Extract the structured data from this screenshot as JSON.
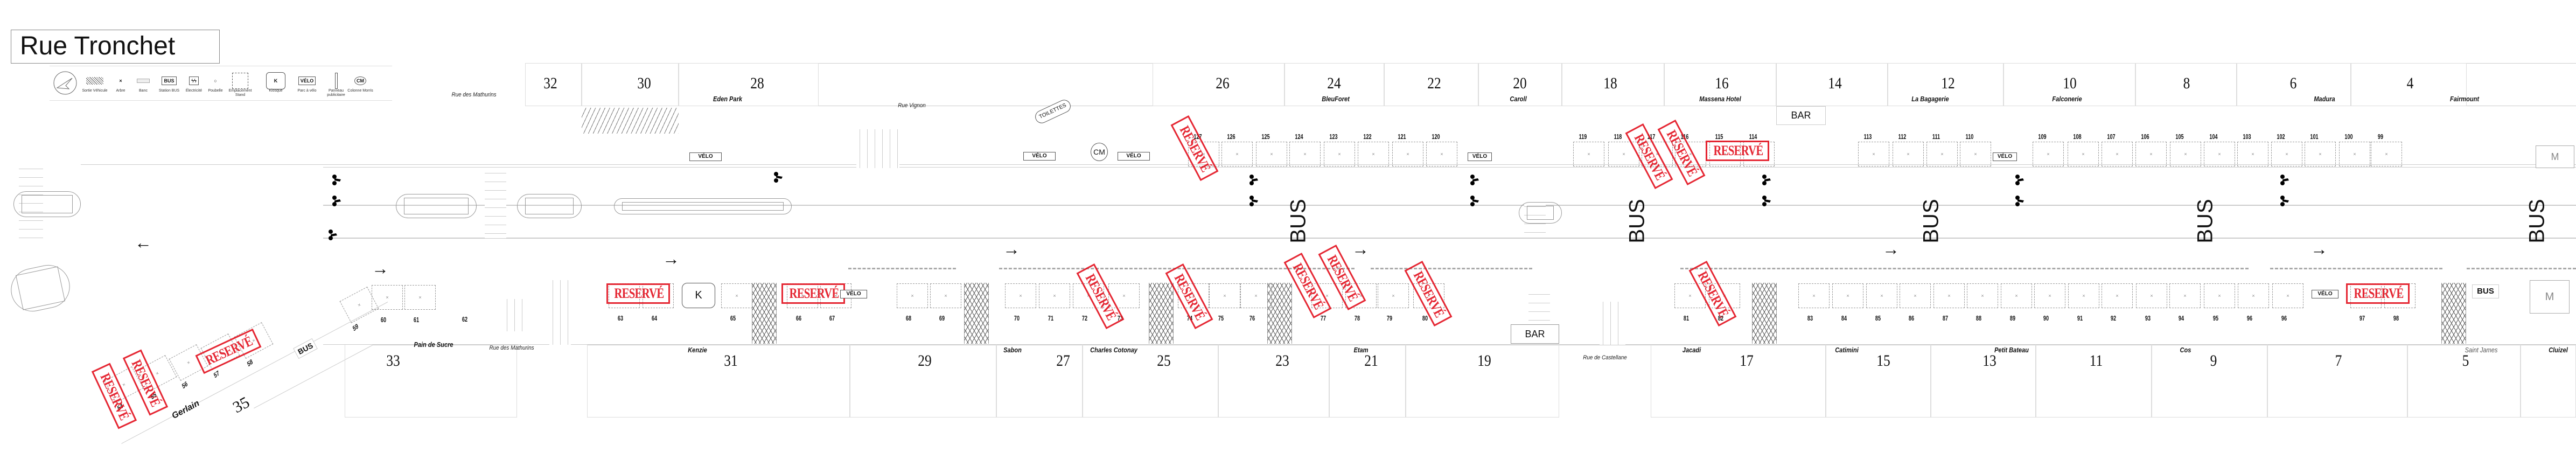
{
  "title": "Rue Tronchet",
  "legend": [
    {
      "label": "Sortie Véhicule",
      "icon": "vehicle-exit-icon"
    },
    {
      "label": "Arbre",
      "icon": "tree-icon"
    },
    {
      "label": "Banc",
      "icon": "bench-icon"
    },
    {
      "label": "Station BUS",
      "icon": "bus-station-icon",
      "glyph": "BUS"
    },
    {
      "label": "Électricité",
      "icon": "electricity-icon",
      "glyph": "ϟϟ"
    },
    {
      "label": "Poubelle",
      "icon": "trash-bin-icon"
    },
    {
      "label": "Emplacement Stand",
      "icon": "stand-location-icon"
    },
    {
      "label": "Kiosque",
      "icon": "kiosk-icon",
      "glyph": "K"
    },
    {
      "label": "Parc à vélo",
      "icon": "bike-parking-icon",
      "glyph": "VÉLO"
    },
    {
      "label": "Panneau publicitaire",
      "icon": "billboard-icon"
    },
    {
      "label": "Colonne Morris",
      "icon": "morris-column-icon",
      "glyph": "CM"
    }
  ],
  "streets": [
    "Rue des Mathurins",
    "Rue Vignon",
    "Rue des Mathurins",
    "Rue de Castellane"
  ],
  "top_buildings": [
    {
      "number": "32"
    },
    {
      "number": "30"
    },
    {
      "number": "28",
      "shop": "Eden Park"
    },
    {
      "number": "26"
    },
    {
      "number": "24",
      "shop": "BleuForet"
    },
    {
      "number": "22"
    },
    {
      "number": "20",
      "shop": "Caroll"
    },
    {
      "number": "18"
    },
    {
      "number": "16",
      "shop": "Massena Hotel"
    },
    {
      "number": "14"
    },
    {
      "number": "12",
      "shop": "La Bagagerie"
    },
    {
      "number": "10",
      "shop": "Falconerie"
    },
    {
      "number": "8"
    },
    {
      "number": "6",
      "shop": "Madura"
    },
    {
      "number": "4",
      "shop": "Fairmount"
    }
  ],
  "bottom_buildings": [
    {
      "number": "33",
      "shop": "Pain de Sucre"
    },
    {
      "number": "31",
      "shop": "Kenzie"
    },
    {
      "number": "29"
    },
    {
      "number": "27",
      "shop": "Sabon"
    },
    {
      "number": "25",
      "shop": "Charles Cotonay"
    },
    {
      "number": "23"
    },
    {
      "number": "21",
      "shop": "Etam"
    },
    {
      "number": "19"
    },
    {
      "number": "17",
      "shop": "Jacadi"
    },
    {
      "number": "15",
      "shop": "Catimini"
    },
    {
      "number": "13",
      "shop": "Petit Bateau"
    },
    {
      "number": "11"
    },
    {
      "number": "9",
      "shop": "Cos"
    },
    {
      "number": "7"
    },
    {
      "number": "5",
      "shop": "Saint James"
    },
    {
      "number": "",
      "shop": "Cluizel"
    },
    {
      "number": "35",
      "shop": "Gerlain"
    }
  ],
  "top_slots": [
    "127",
    "126",
    "125",
    "124",
    "123",
    "122",
    "121",
    "120",
    "119",
    "118",
    "117",
    "116",
    "115",
    "114",
    "113",
    "112",
    "111",
    "110",
    "109",
    "108",
    "107",
    "106",
    "105",
    "104",
    "103",
    "102",
    "101",
    "100",
    "99"
  ],
  "bottom_slots": [
    "54",
    "55",
    "56",
    "57",
    "58",
    "59",
    "60",
    "61",
    "62",
    "63",
    "64",
    "65",
    "66",
    "67",
    "68",
    "69",
    "70",
    "71",
    "72",
    "73",
    "74",
    "75",
    "76",
    "77",
    "78",
    "79",
    "80",
    "81",
    "82",
    "83",
    "84",
    "85",
    "86",
    "87",
    "88",
    "89",
    "90",
    "91",
    "92",
    "93",
    "94",
    "95",
    "96",
    "96",
    "97",
    "98"
  ],
  "reserved_label": "RESERVÉ",
  "reserved_count": 16,
  "markers": {
    "velo": "VÉLO",
    "bus": "BUS",
    "bar": "BAR",
    "kiosk": "K",
    "cm": "CM",
    "toilets": "TOILETTES",
    "metro": "M"
  },
  "colors": {
    "reserved": "#e3101e",
    "lines": "#cccccc"
  }
}
